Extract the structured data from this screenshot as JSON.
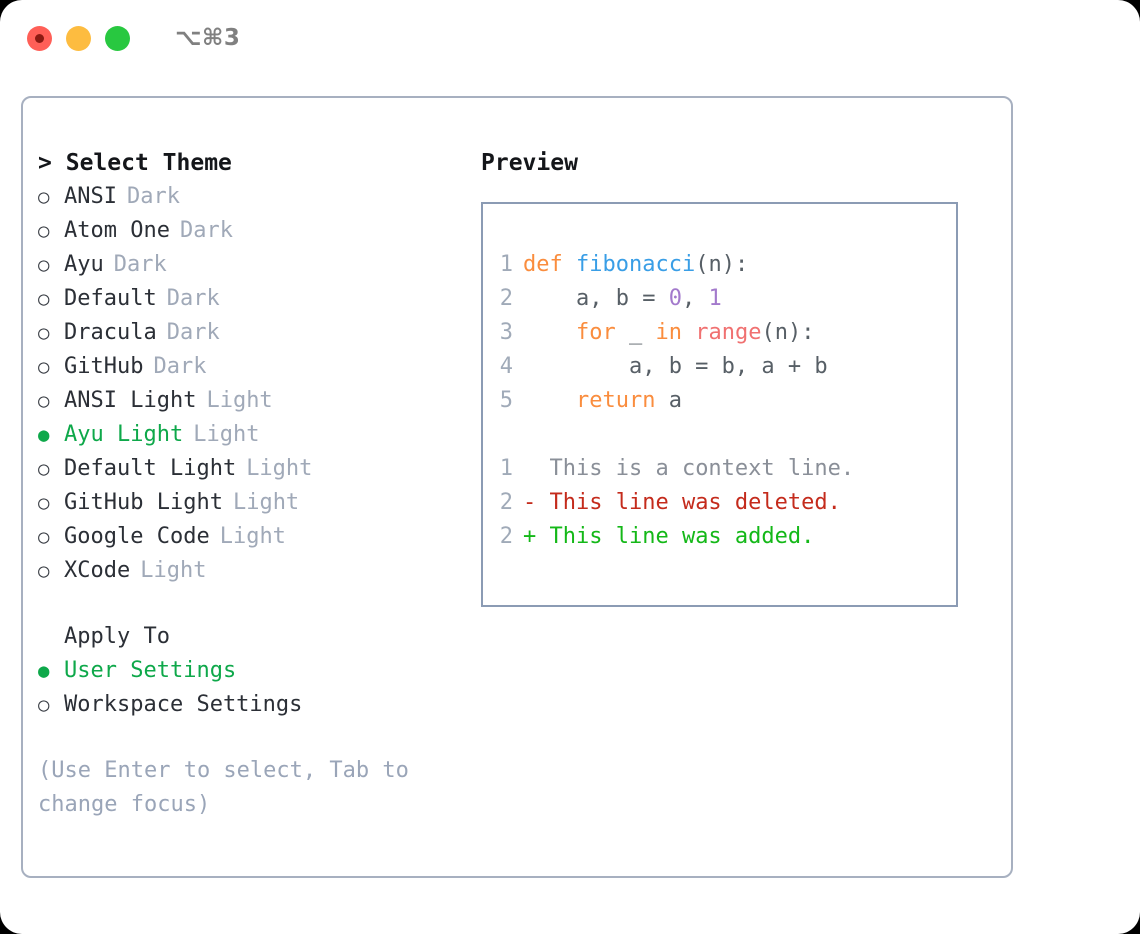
{
  "window": {
    "shortcut_label": "⌥⌘3",
    "traffic_lights": [
      {
        "name": "close",
        "color": "#ff5f57"
      },
      {
        "name": "minimize",
        "color": "#fdbc40"
      },
      {
        "name": "maximize",
        "color": "#28c840"
      }
    ]
  },
  "colors": {
    "accent_green": "#0ea84a",
    "border": "#a7b0c0",
    "preview_border": "#8b9bb4",
    "muted": "#a0a9b8",
    "help": "#9aa5b8",
    "keyword": "#fa8d3e",
    "function": "#399ee6",
    "number": "#a37acc",
    "builtin": "#f07171",
    "plain": "#575f66",
    "diff_context": "#8a8f98",
    "diff_deleted": "#c42b1c",
    "diff_added": "#14b818"
  },
  "theme_picker": {
    "prompt_marker": ">",
    "heading": "Select Theme",
    "bullet_unselected": "○",
    "bullet_selected": "●",
    "items": [
      {
        "name": "ANSI",
        "variant": "Dark",
        "selected": false
      },
      {
        "name": "Atom One",
        "variant": "Dark",
        "selected": false
      },
      {
        "name": "Ayu",
        "variant": "Dark",
        "selected": false
      },
      {
        "name": "Default",
        "variant": "Dark",
        "selected": false
      },
      {
        "name": "Dracula",
        "variant": "Dark",
        "selected": false
      },
      {
        "name": "GitHub",
        "variant": "Dark",
        "selected": false
      },
      {
        "name": "ANSI Light",
        "variant": "Light",
        "selected": false
      },
      {
        "name": "Ayu Light",
        "variant": "Light",
        "selected": true
      },
      {
        "name": "Default Light",
        "variant": "Light",
        "selected": false
      },
      {
        "name": "GitHub Light",
        "variant": "Light",
        "selected": false
      },
      {
        "name": "Google Code",
        "variant": "Light",
        "selected": false
      },
      {
        "name": "XCode",
        "variant": "Light",
        "selected": false
      }
    ]
  },
  "apply_to": {
    "heading": "Apply To",
    "items": [
      {
        "label": "User Settings",
        "selected": true
      },
      {
        "label": "Workspace Settings",
        "selected": false
      }
    ]
  },
  "help": {
    "text": "(Use Enter to select, Tab to change focus)"
  },
  "preview": {
    "title": "Preview",
    "code_lines": [
      {
        "num": "1",
        "tokens": [
          {
            "t": "def ",
            "c": "kw"
          },
          {
            "t": "fibonacci",
            "c": "fn"
          },
          {
            "t": "(n):",
            "c": "txt"
          }
        ]
      },
      {
        "num": "2",
        "tokens": [
          {
            "t": "    a, b = ",
            "c": "txt"
          },
          {
            "t": "0",
            "c": "num"
          },
          {
            "t": ", ",
            "c": "txt"
          },
          {
            "t": "1",
            "c": "num"
          }
        ]
      },
      {
        "num": "3",
        "tokens": [
          {
            "t": "    ",
            "c": "txt"
          },
          {
            "t": "for",
            "c": "kw"
          },
          {
            "t": " _ ",
            "c": "txt"
          },
          {
            "t": "in",
            "c": "kw"
          },
          {
            "t": " ",
            "c": "txt"
          },
          {
            "t": "range",
            "c": "bi"
          },
          {
            "t": "(n):",
            "c": "txt"
          }
        ]
      },
      {
        "num": "4",
        "tokens": [
          {
            "t": "        a, b = b, a + b",
            "c": "txt"
          }
        ]
      },
      {
        "num": "5",
        "tokens": [
          {
            "t": "    ",
            "c": "txt"
          },
          {
            "t": "return",
            "c": "kw"
          },
          {
            "t": " a",
            "c": "txt"
          }
        ]
      }
    ],
    "diff_lines": [
      {
        "num": "1",
        "marker": " ",
        "text": " This is a context line.",
        "kind": "ctx"
      },
      {
        "num": "2",
        "marker": "-",
        "text": " This line was deleted.",
        "kind": "del"
      },
      {
        "num": "2",
        "marker": "+",
        "text": " This line was added.",
        "kind": "add"
      }
    ]
  }
}
